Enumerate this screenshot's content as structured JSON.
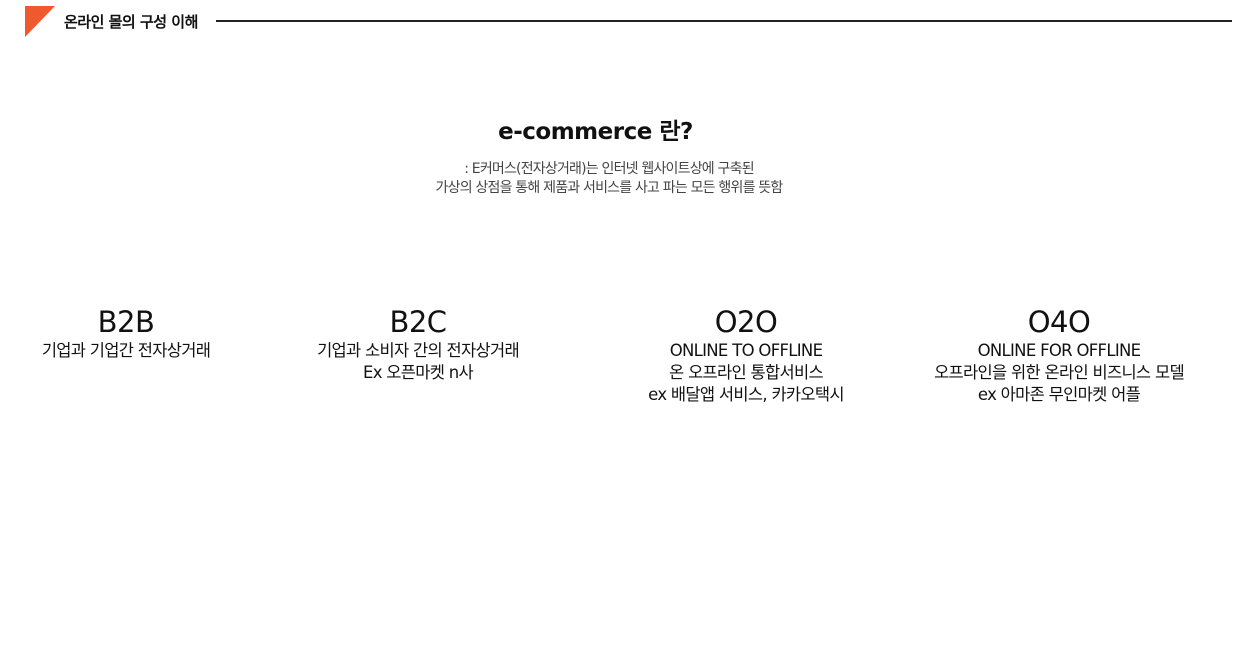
{
  "header": {
    "title": "온라인 몰의 구성 이해",
    "accent_color": "#ee5a2e"
  },
  "intro": {
    "heading": "e-commerce 란?",
    "description_lines": [
      ": E커머스(전자상거래)는 인터넷 웹사이트상에 구축된",
      "가상의 상점을 통해 제품과 서비스를 사고 파는 모든 행위를 뜻함"
    ]
  },
  "models": [
    {
      "name": "B2B",
      "lines": [
        "기업과 기업간 전자상거래"
      ]
    },
    {
      "name": "B2C",
      "lines": [
        "기업과 소비자 간의 전자상거래",
        "Ex 오픈마켓 n사"
      ]
    },
    {
      "name": "O2O",
      "lines": [
        "ONLINE TO OFFLINE",
        "온 오프라인 통합서비스",
        "ex 배달앱 서비스, 카카오택시"
      ]
    },
    {
      "name": "O4O",
      "lines": [
        "ONLINE FOR OFFLINE",
        "오프라인을 위한 온라인 비즈니스 모델",
        "ex 아마존 무인마켓 어플"
      ]
    }
  ]
}
